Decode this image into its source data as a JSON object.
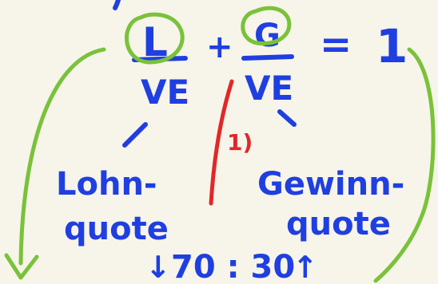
{
  "equation": {
    "numerator_left": "L",
    "denominator_left": "VE",
    "plus": "+",
    "numerator_right": "G",
    "denominator_right": "VE",
    "equals": "=",
    "result": "1"
  },
  "left_label": {
    "line1": "Lohn-",
    "line2": "quote"
  },
  "right_label": {
    "line1": "Gewinn-",
    "line2": "quote"
  },
  "center_mark": "1)",
  "ratio": {
    "down_arrow": "↓",
    "value": "70 : 30",
    "up_arrow": "↑"
  },
  "colors": {
    "ink_blue": "#1f3fe0",
    "ink_green": "#79c23a",
    "ink_red": "#e02828",
    "paper": "#f7f4ea"
  }
}
